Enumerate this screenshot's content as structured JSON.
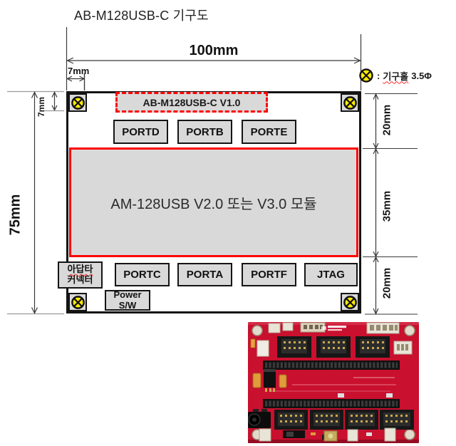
{
  "title": "AB-M128USB-C 기구도",
  "legend": {
    "icon": "crossed-circle-hole-icon",
    "prefix": ":",
    "term": "기구홀",
    "size": "3.5Φ"
  },
  "board": {
    "version_label": "AB-M128USB-C V1.0",
    "module_label": "AM-128USB V2.0 또는 V3.0 모듈",
    "top_ports": [
      "PORTD",
      "PORTB",
      "PORTE"
    ],
    "bottom_ports": [
      "PORTC",
      "PORTA",
      "PORTF",
      "JTAG"
    ],
    "adapter_connector": {
      "line1": "아답타",
      "line2": "커넥터"
    },
    "power_switch": {
      "line1": "Power",
      "line2": "S/W"
    }
  },
  "dimensions": {
    "width": "100mm",
    "hole_offset_x": "7mm",
    "height": "75mm",
    "hole_offset_y": "7mm",
    "top_section": "20mm",
    "middle_section": "35mm",
    "bottom_section": "20mm"
  },
  "colors": {
    "accent_red": "#ff0000",
    "hole_yellow": "#ffec00",
    "panel_gray": "#d9d9d9",
    "line_black": "#141414",
    "pcb_red": "#c9102e"
  }
}
